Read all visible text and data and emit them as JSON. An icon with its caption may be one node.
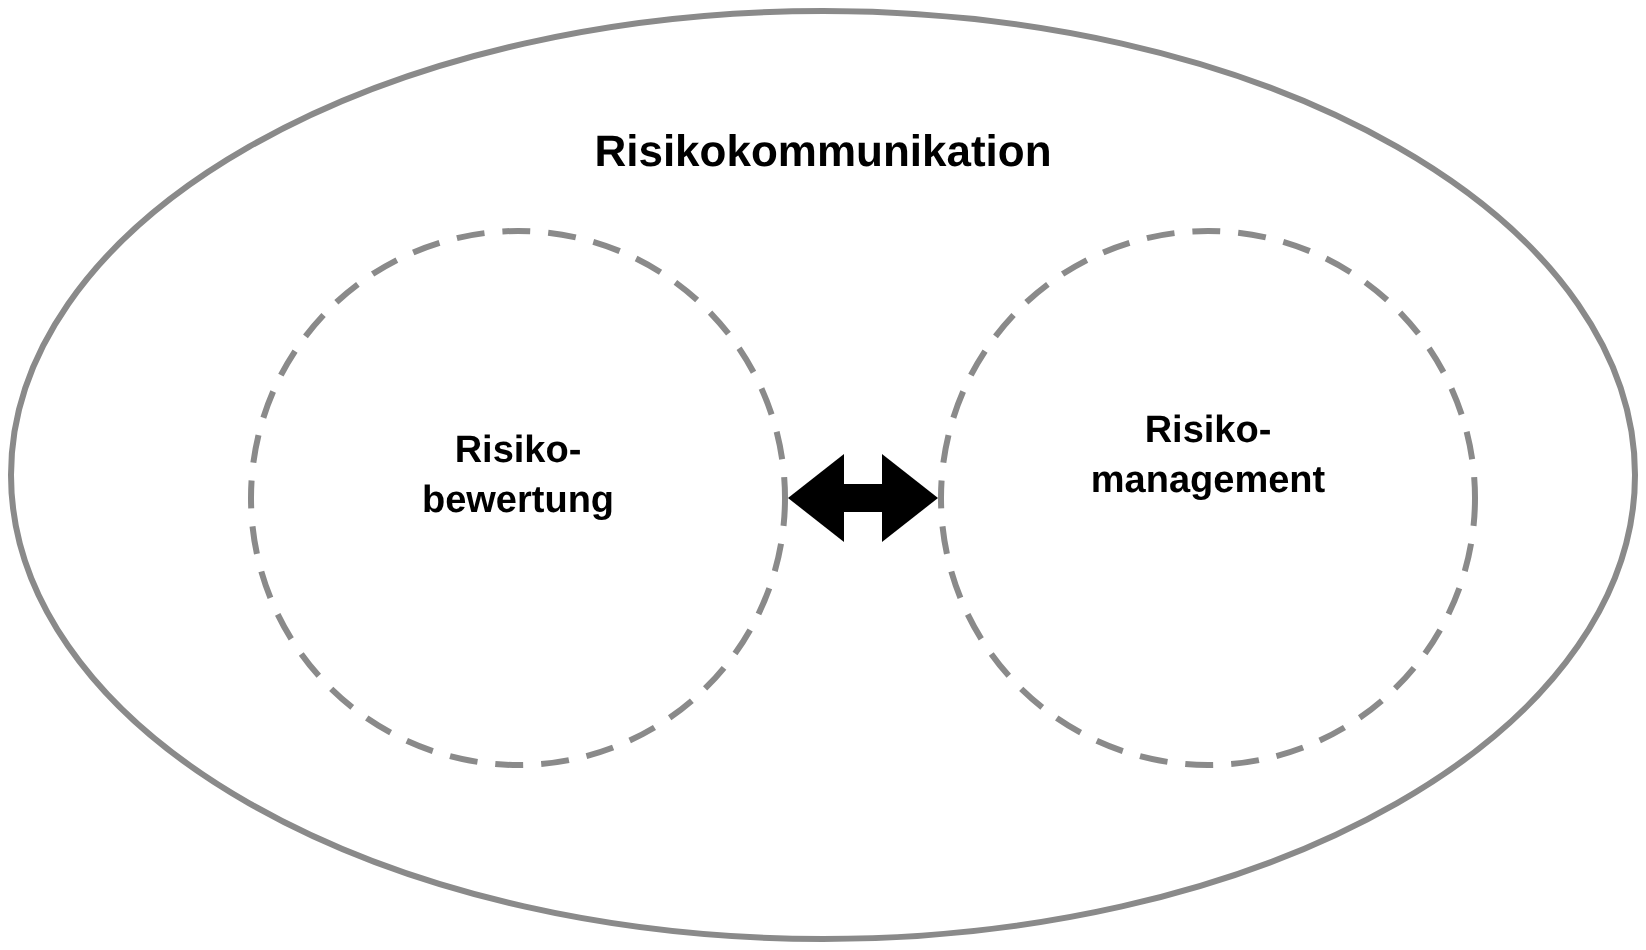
{
  "diagram": {
    "nodes": [
      {
        "text": [
          "Risikokommunikation"
        ]
      },
      {
        "text": [
          "Risiko- bewertung"
        ],
        "in": 0
      },
      {
        "text": [
          "Risiko- management"
        ],
        "in": 0
      }
    ],
    "edges": [
      {
        "from": 1,
        "to": 2,
        "arrow": "both"
      }
    ]
  }
}
